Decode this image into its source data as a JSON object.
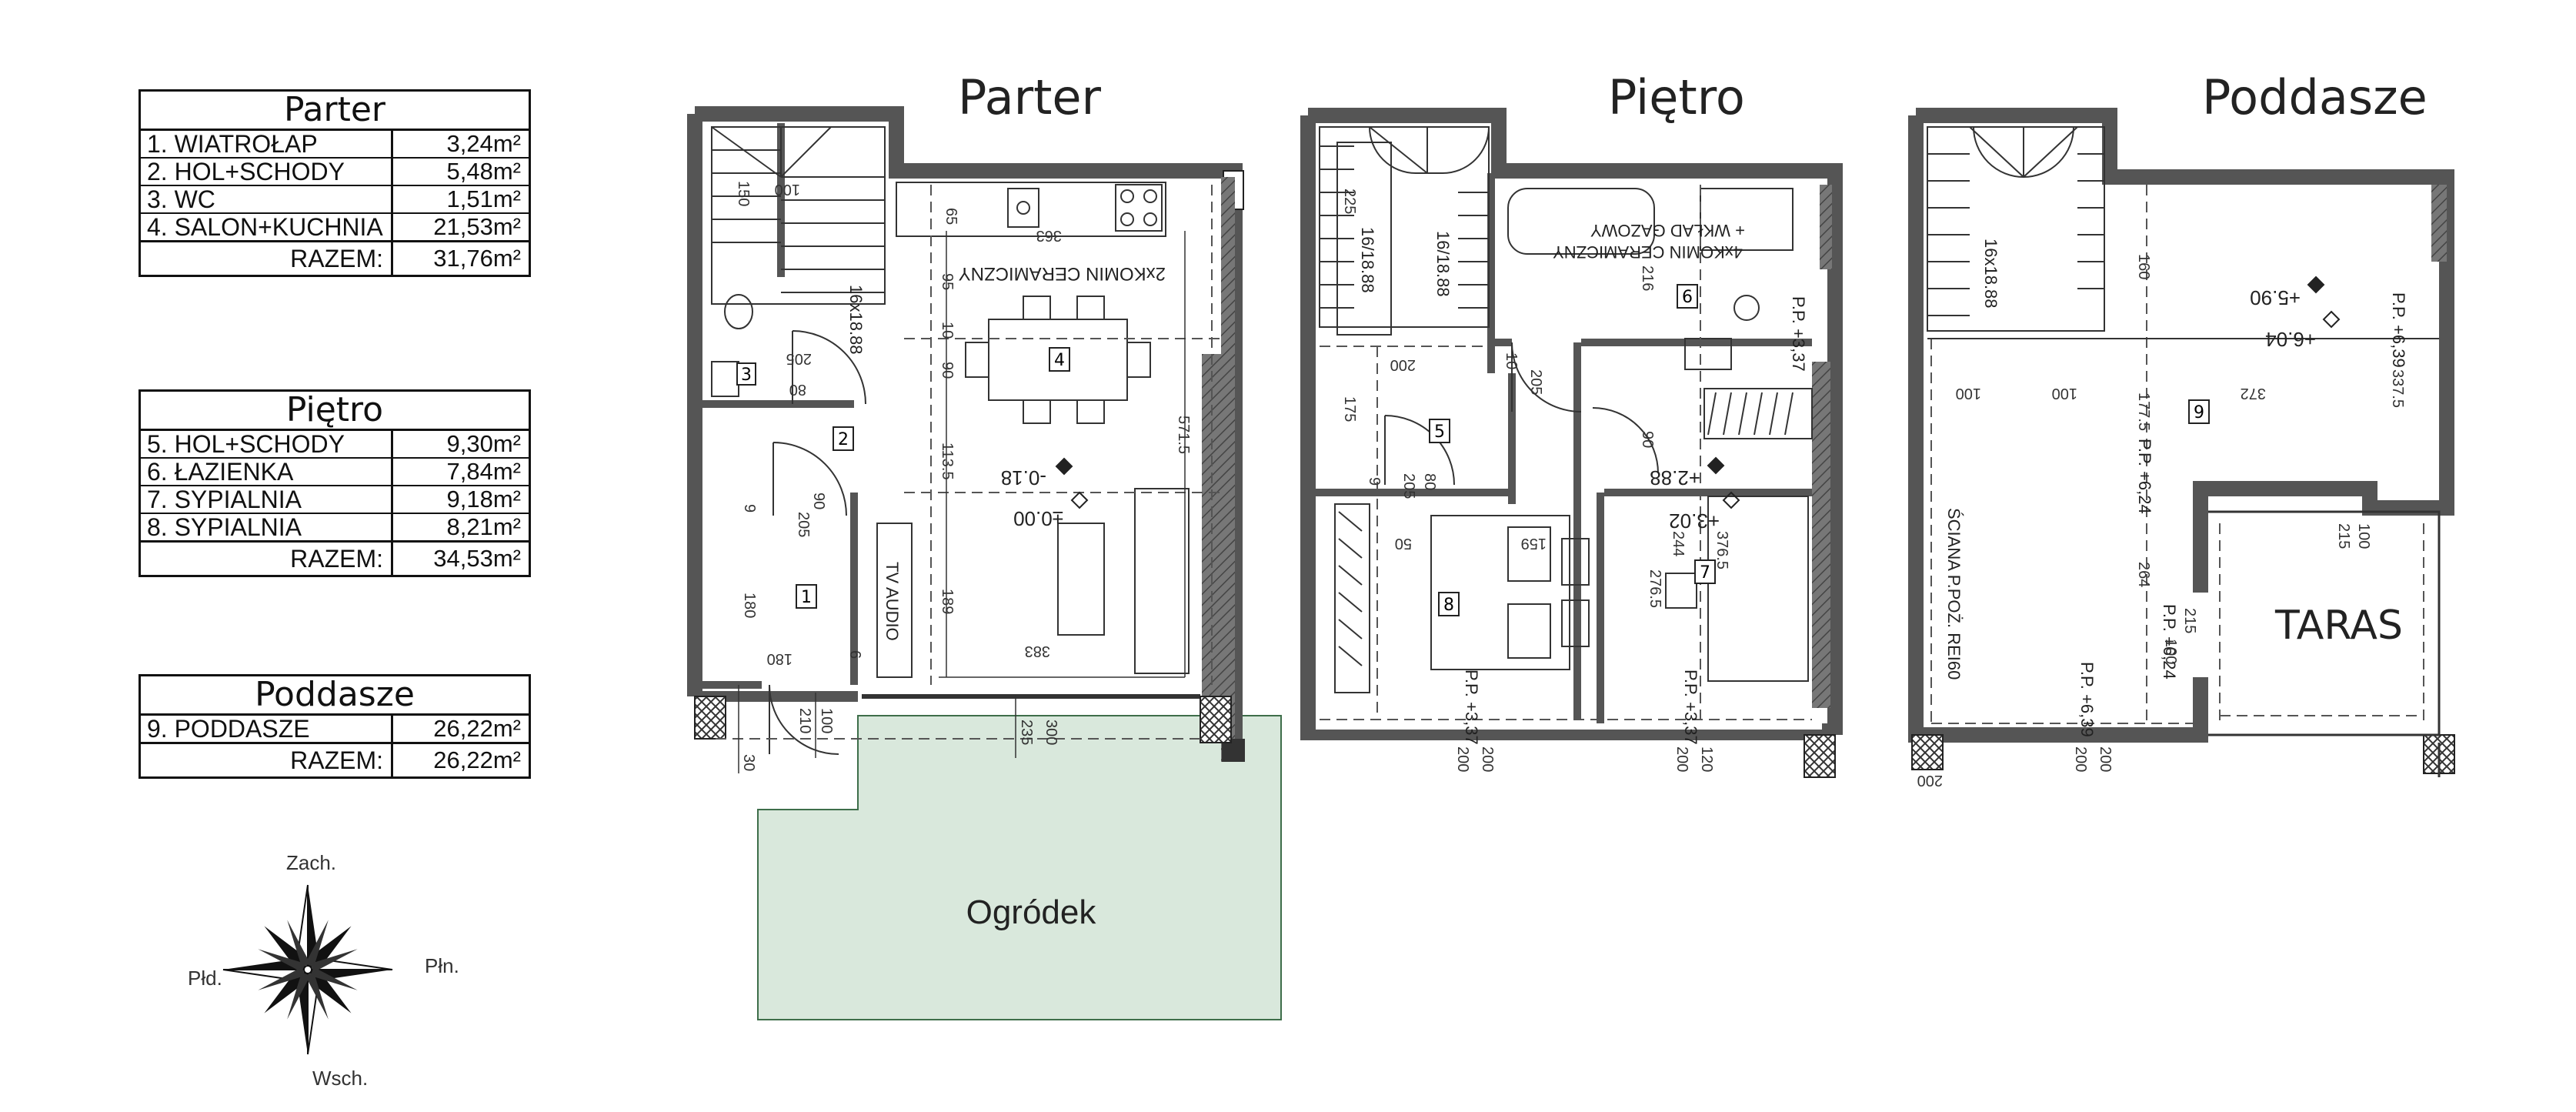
{
  "tables": {
    "parter": {
      "title": "Parter",
      "rows": [
        {
          "name": "1. WIATROŁAP",
          "area": "3,24m²"
        },
        {
          "name": "2. HOL+SCHODY",
          "area": "5,48m²"
        },
        {
          "name": "3. WC",
          "area": "1,51m²"
        },
        {
          "name": "4. SALON+KUCHNIA",
          "area": "21,53m²"
        }
      ],
      "total_label": "RAZEM:",
      "total": "31,76m²"
    },
    "pietro": {
      "title": "Piętro",
      "rows": [
        {
          "name": "5. HOL+SCHODY",
          "area": "9,30m²"
        },
        {
          "name": "6. ŁAZIENKA",
          "area": "7,84m²"
        },
        {
          "name": "7. SYPIALNIA",
          "area": "9,18m²"
        },
        {
          "name": "8. SYPIALNIA",
          "area": "8,21m²"
        }
      ],
      "total_label": "RAZEM:",
      "total": "34,53m²"
    },
    "poddasze": {
      "title": "Poddasze",
      "rows": [
        {
          "name": "9. PODDASZE",
          "area": "26,22m²"
        }
      ],
      "total_label": "RAZEM:",
      "total": "26,22m²"
    }
  },
  "compass": {
    "north": "Zach.",
    "east": "Płn.",
    "south": "Wsch.",
    "west": "Płd."
  },
  "plans": {
    "parter": {
      "title": "Parter",
      "room_numbers": [
        "1",
        "2",
        "3",
        "4"
      ],
      "garden_label": "Ogródek",
      "labels": {
        "stairs": "16x18.88",
        "kominek": "2xKOMIN CERAMICZNY",
        "tv": "TV AUDIO",
        "lvl1": "-0.18",
        "lvl2": "±0.00"
      },
      "dims": [
        "150",
        "100",
        "65",
        "363",
        "95",
        "10",
        "90",
        "113.5",
        "189",
        "383",
        "571.5",
        "205",
        "80",
        "90",
        "205",
        "180",
        "180",
        "210",
        "100",
        "235",
        "300",
        "30",
        "9",
        "6"
      ]
    },
    "pietro": {
      "title": "Piętro",
      "room_numbers": [
        "5",
        "6",
        "7",
        "8"
      ],
      "labels": {
        "stairs_a": "16/18.88",
        "stairs_b": "16/18.88",
        "kominek": "4xKOMIN CERAMICZNY",
        "gaz": "+ WKŁAD GAZOWY",
        "lvl1": "+2.88",
        "lvl2": "+3.02",
        "pp1": "P.P. +3,37",
        "pp2": "P.P. +3,37",
        "pp3": "P.P. +3,37"
      },
      "dims": [
        "225",
        "200",
        "175",
        "205",
        "80",
        "205",
        "216",
        "276.5",
        "244",
        "376.5",
        "159",
        "50",
        "200",
        "200",
        "200",
        "120",
        "90",
        "9",
        "10"
      ]
    },
    "poddasze": {
      "title": "Poddasze",
      "room_numbers": [
        "9"
      ],
      "terrace_label": "TARAS",
      "wall_label": "ŚCIANA P.POŻ. REI60",
      "labels": {
        "stairs": "16x18.88",
        "lvl1": "+5.90",
        "lvl2": "+6.04",
        "pp1": "P.P. +6,39",
        "pp2": "P.P. +6,24",
        "pp3": "P.P. +6,24",
        "pp4": "P.P. +6,39"
      },
      "dims": [
        "160",
        "100",
        "100",
        "372",
        "337.5",
        "177.5",
        "264",
        "215",
        "100",
        "215",
        "100",
        "200",
        "200",
        "200"
      ]
    }
  },
  "colors": {
    "wall": "#555555",
    "garden_fill": "#d9e8dc",
    "garden_stroke": "#3e6e4a",
    "line": "#222222"
  }
}
